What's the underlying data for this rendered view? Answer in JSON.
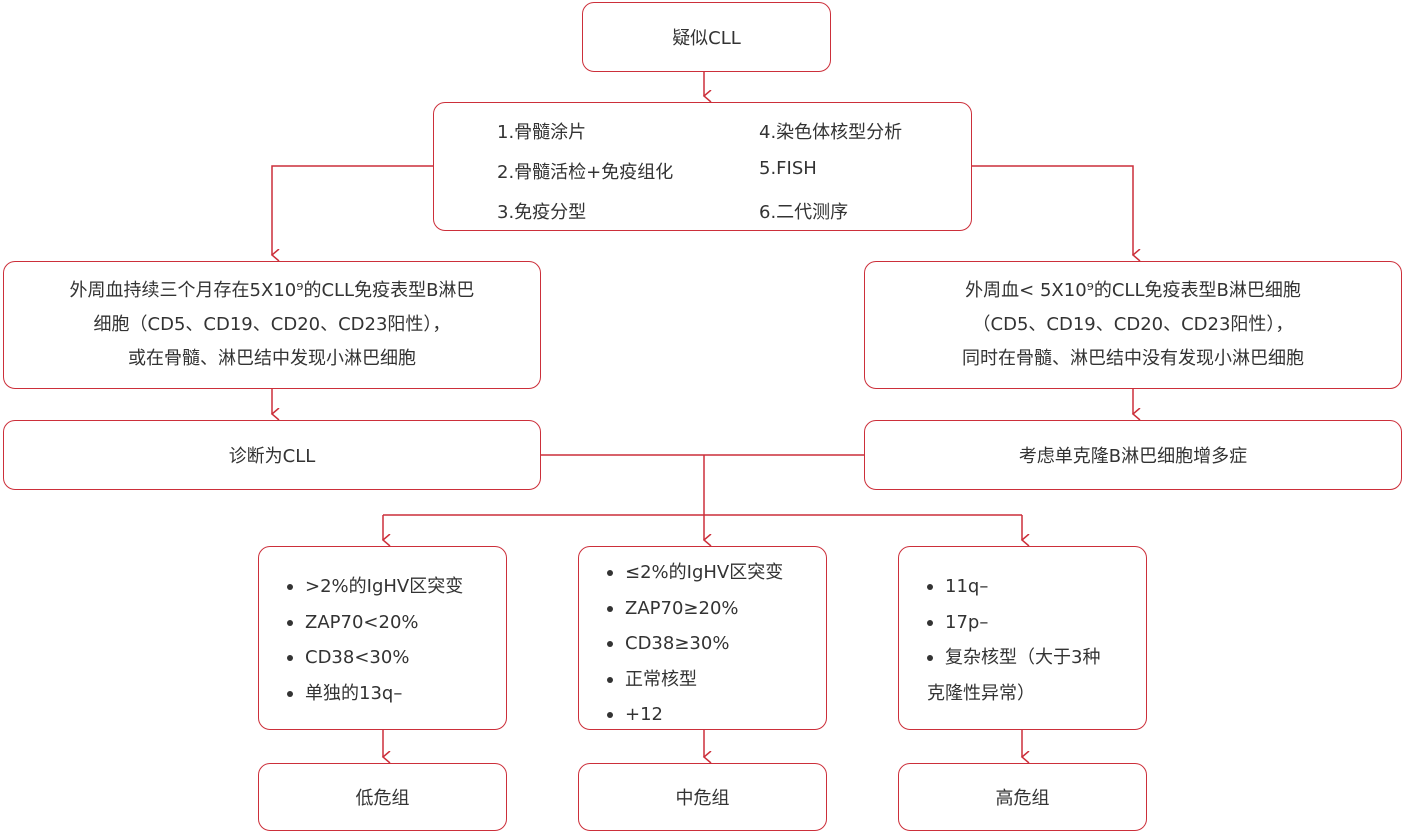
{
  "colors": {
    "stroke": "#cc2f3a",
    "text": "#333333"
  },
  "nodes": {
    "suspect": "疑似CLL",
    "methods": [
      "1.骨髓涂片",
      "2.骨髓活检+免疫组化",
      "3.免疫分型",
      "4.染色体核型分析",
      "5.FISH",
      "6.二代测序"
    ],
    "left_criteria": [
      "外周血持续三个月存在5X10⁹的CLL免疫表型B淋巴",
      "细胞（CD5、CD19、CD20、CD23阳性），",
      "或在骨髓、淋巴结中发现小淋巴细胞"
    ],
    "right_criteria": [
      "外周血< 5X10⁹的CLL免疫表型B淋巴细胞",
      "（CD5、CD19、CD20、CD23阳性），",
      "同时在骨髓、淋巴结中没有发现小淋巴细胞"
    ],
    "diagnosis_cll": "诊断为CLL",
    "diagnosis_mbl": "考虑单克隆B淋巴细胞增多症",
    "low_features": [
      ">2%的IgHV区突变",
      "ZAP70<20%",
      "CD38<30%",
      "单独的13q–"
    ],
    "mid_features": [
      "≤2%的IgHV区突变",
      "ZAP70≥20%",
      "CD38≥30%",
      "正常核型",
      "+12"
    ],
    "high_features": [
      "11q–",
      "17p–",
      "复杂核型（大于3种",
      "克隆性异常）"
    ],
    "low_risk": "低危组",
    "mid_risk": "中危组",
    "high_risk": "高危组"
  }
}
